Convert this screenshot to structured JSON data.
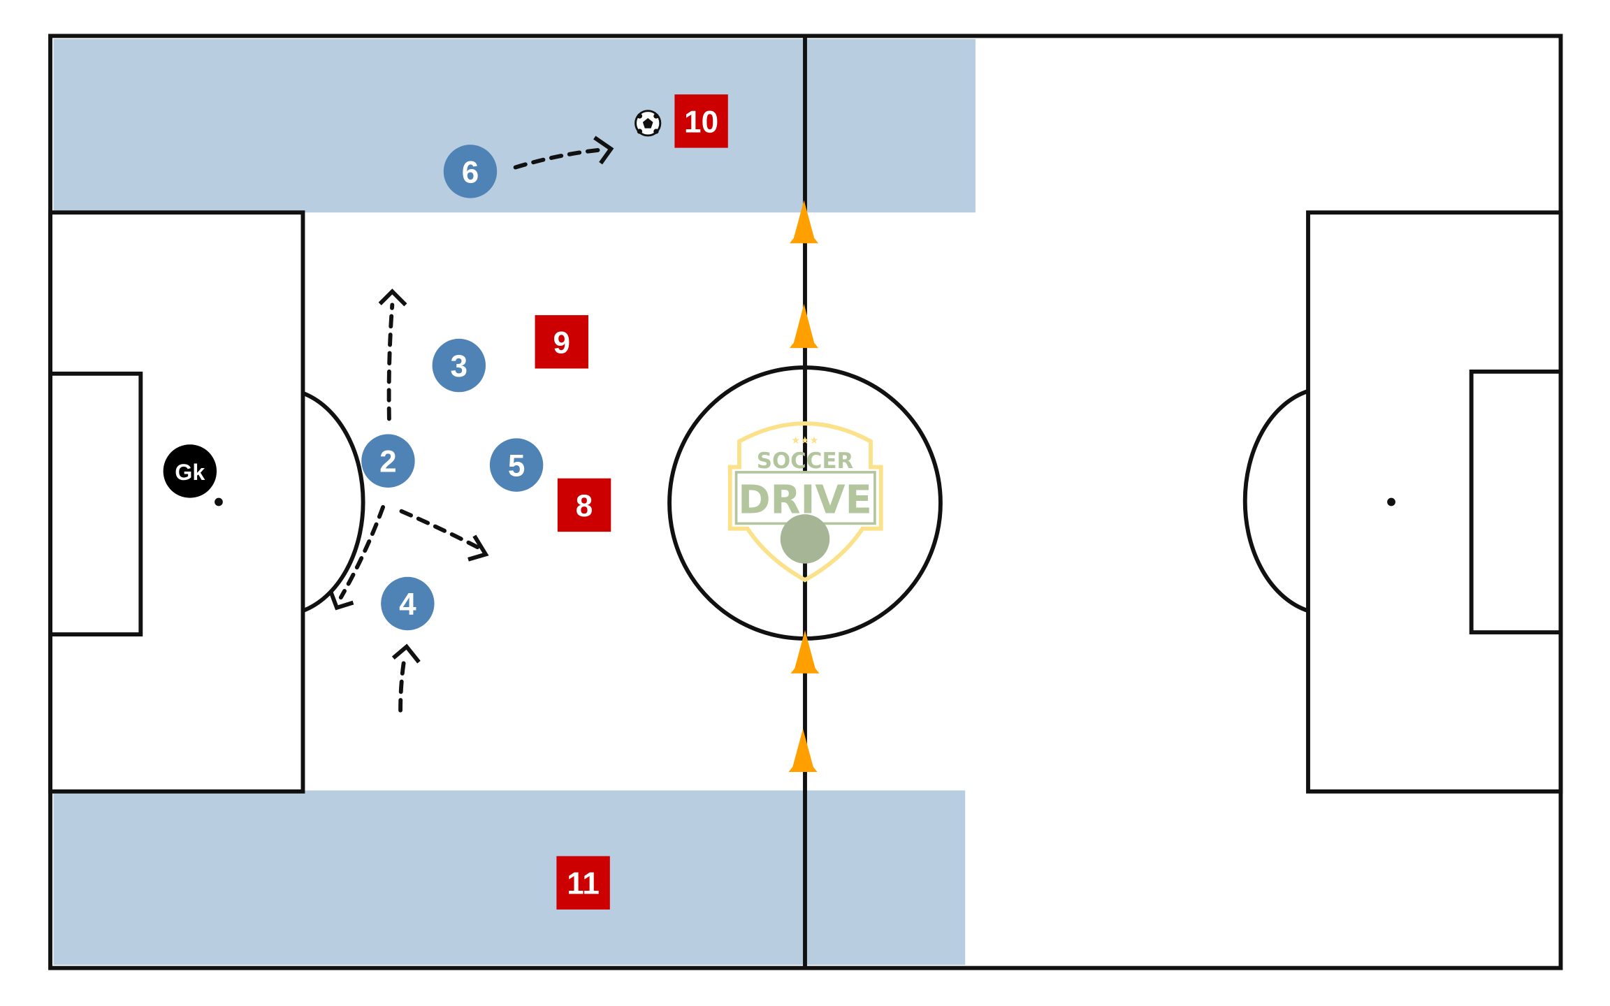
{
  "colors": {
    "zone": "#b8cde0",
    "blue_player": "#4f82b5",
    "red_player": "#cc0000",
    "cone": "#ffa000",
    "line": "#111111"
  },
  "blue_players": [
    {
      "label": "6"
    },
    {
      "label": "3"
    },
    {
      "label": "2"
    },
    {
      "label": "5"
    },
    {
      "label": "4"
    }
  ],
  "red_players": [
    {
      "label": "10"
    },
    {
      "label": "9"
    },
    {
      "label": "8"
    },
    {
      "label": "11"
    }
  ],
  "goalkeeper": {
    "label": "Gk"
  },
  "logo": {
    "top": "SOCCER",
    "main": "DRIVE"
  }
}
